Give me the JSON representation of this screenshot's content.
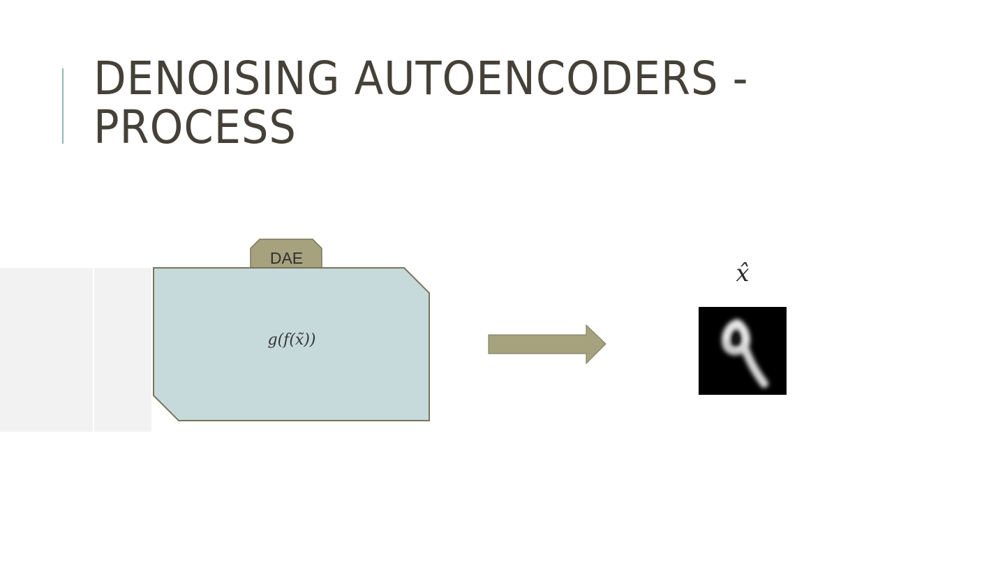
{
  "slide": {
    "title_line1": "DENOISING AUTOENCODERS -",
    "title_line2": "PROCESS"
  },
  "diagram": {
    "tab_label": "DAE",
    "formula": "g(f(x̃))",
    "output_label": "x̂",
    "colors": {
      "box_fill": "#c6dadb",
      "box_stroke": "#78745a",
      "tab_fill": "#a6a27e",
      "arrow_fill": "#a6a27e",
      "title_color": "#454138",
      "accent": "#8fb8b3"
    },
    "output_image": "reconstructed handwritten digit 9"
  }
}
